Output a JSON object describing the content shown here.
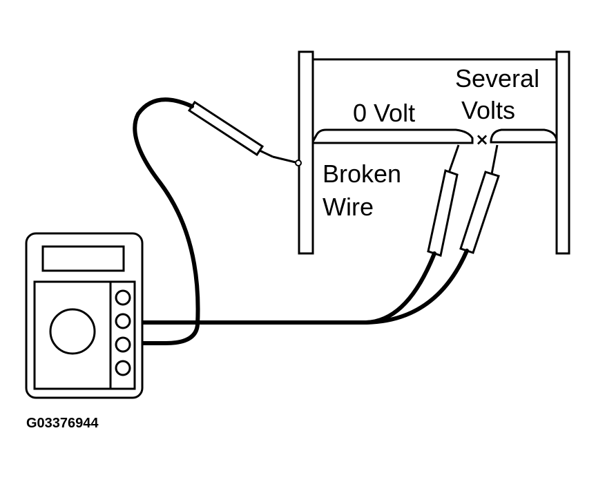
{
  "labels": {
    "zero_volt": "0 Volt",
    "several_volts_line1": "Several",
    "several_volts_line2": "Volts",
    "broken_wire_line1": "Broken",
    "broken_wire_line2": "Wire",
    "break_mark": "×",
    "figure_code": "G03376944"
  },
  "colors": {
    "ink": "#000000",
    "paper": "#ffffff"
  }
}
